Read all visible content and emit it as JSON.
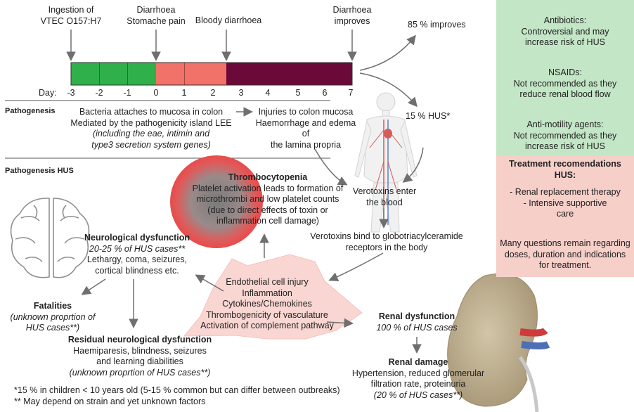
{
  "timeline": {
    "events": [
      {
        "line1": "Ingestion of",
        "line2": "VTEC O157:H7"
      },
      {
        "line1": "Diarrhoea",
        "line2": "Stomache pain"
      },
      {
        "line1": "Bloody diarrhoea",
        "line2": ""
      },
      {
        "line1": "Diarrhoea",
        "line2": "improves"
      }
    ],
    "day_label": "Day:",
    "days": [
      "-3",
      "-2",
      "-1",
      "0",
      "1",
      "2",
      "3",
      "4",
      "5",
      "6",
      "7"
    ],
    "phase_colors": {
      "incubation": "#2fb04a",
      "diarrhoea": "#f07268",
      "bloody": "#6b0a38"
    },
    "improves_85": "85 % improves",
    "hus_15": "15 % HUS*"
  },
  "pathogenesis": {
    "label": "Pathogenesis",
    "left": [
      "Bacteria attaches to mucosa in colon",
      "Mediated by the pathogenicity island LEE"
    ],
    "left_italic": [
      "(including the eae, intimin and",
      "type3 secretion system genes)"
    ],
    "right": [
      "Injuries to colon mucosa",
      "Haemorrhage and edema of",
      "the lamina propria"
    ]
  },
  "hus": {
    "label": "Pathogenesis HUS",
    "verotoxins_enter": [
      "Verotoxins enter",
      "the blood"
    ],
    "verotoxins_bind": [
      "Verotoxins bind to globotriacylceramide",
      "receptors in the body"
    ],
    "thrombo_title": "Thrombocytopenia",
    "thrombo_body": [
      "Platelet activation leads to formation of",
      "microthrombi and low platelet counts",
      "(due to direct effects of toxin or",
      "inflammation cell damage)"
    ],
    "star_lines": [
      "Endothelial cell injury",
      "Inflammation",
      "Cytokines/Chemokines",
      "Thrombogenicity of vasculature",
      "Activation of complement pathway"
    ],
    "neuro_title": "Neurological dysfunction",
    "neuro_italic": "20-25 % of HUS cases**",
    "neuro_body": [
      "Lethargy, coma, seizures,",
      "cortical blindness etc."
    ],
    "fatal_title": "Fatalities",
    "fatal_italic": [
      "(unknown proprtion of",
      "HUS cases**)"
    ],
    "resid_title": "Residual neurological dysfunction",
    "resid_body": [
      "Haemiparesis, blindness, seizures",
      "and learning diabilities"
    ],
    "resid_italic": "(unknown proprtion of HUS cases**)",
    "renal_title": "Renal dysfunction",
    "renal_italic": "100 % of HUS cases",
    "damage_title": "Renal damage",
    "damage_body": [
      "Hypertension, reduced glomerular",
      "filtration rate, proteinuria"
    ],
    "damage_italic": "(20 % of HUS cases**)"
  },
  "footnotes": [
    "*15 % in children < 10 years old (5-15 % common but can differ between outbreaks)",
    "** May depend on strain and yet unknown factors"
  ],
  "side_green": {
    "color": "#c3e6c6",
    "blocks": [
      [
        "Antibiotics:",
        "Controversial and may",
        "increase risk of HUS"
      ],
      [
        "NSAIDs:",
        "Not recommended as they",
        "reduce renal blood flow"
      ],
      [
        "Anti-motility agents:",
        "Not recommended as they",
        "increase risk of HUS"
      ]
    ]
  },
  "side_red": {
    "color": "#f6cfc9",
    "title": [
      "Treatment recomendations",
      "HUS:"
    ],
    "items": [
      "- Renal replacement therapy",
      "- Intensive supportive",
      "care"
    ],
    "note": [
      "Many questions remain regarding",
      "doses, duration and indications",
      "for treatment."
    ]
  }
}
